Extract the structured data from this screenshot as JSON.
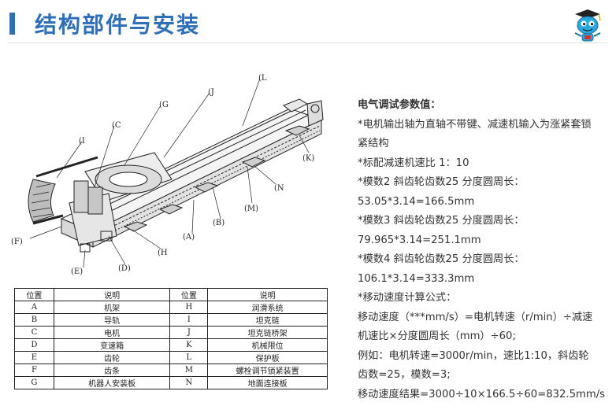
{
  "header": {
    "title": "结构部件与安装",
    "accent_color": "#2f6fb8"
  },
  "logo": {
    "icon": "mascot-graduate-icon"
  },
  "figure": {
    "callouts": [
      "(L",
      "(G",
      "(J",
      "(C",
      "(I",
      "(K)",
      "(N",
      "(M)",
      "(B)",
      "(A)",
      "(H",
      "(F)",
      "(D)",
      "(E)"
    ]
  },
  "parts_table": {
    "headers": [
      "位置",
      "说明",
      "位置",
      "说明"
    ],
    "rows": [
      [
        "A",
        "机架",
        "H",
        "润滑系统"
      ],
      [
        "B",
        "导轨",
        "I",
        "坦克链"
      ],
      [
        "C",
        "电机",
        "J",
        "坦克链桥架"
      ],
      [
        "D",
        "变速箱",
        "K",
        "机械限位"
      ],
      [
        "E",
        "齿轮",
        "L",
        "保护板"
      ],
      [
        "F",
        "齿条",
        "M",
        "螺栓调节锁紧装置"
      ],
      [
        "G",
        "机器人安装板",
        "N",
        "地面连接板"
      ]
    ]
  },
  "params": {
    "title": "电气调试参数值：",
    "lines": [
      "*电机输出轴为直轴不带键、减速机输入为涨紧套锁",
      "紧结构",
      "*标配减速机速比 1：10",
      "*模数2  斜齿轮齿数25  分度圆周长：",
      "53.05*3.14=166.5mm",
      "*模数3  斜齿轮齿数25  分度圆周长：",
      "79.965*3.14=251.1mm",
      "*模数4  斜齿轮齿数25  分度圆周长：",
      "106.1*3.14=333.3mm",
      "*移动速度计算公式：",
      "移动速度（***mm/s）=电机转速（r/min）÷减速",
      "机速比×分度圆周长（mm）÷60;",
      "例如：电机转速=3000r/min，速比1:10，斜齿轮",
      "齿数=25，模数=3;",
      "移动速度结果=3000÷10×166.5÷60=832.5mm/s"
    ]
  }
}
